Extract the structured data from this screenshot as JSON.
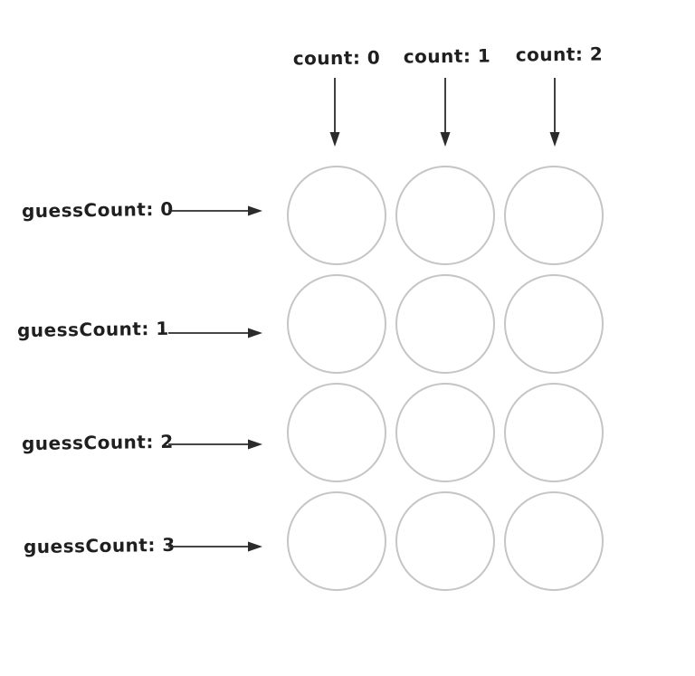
{
  "colors": {
    "background": "#ffffff",
    "text": "#1f1f1f",
    "arrow": "#2b2b2b",
    "circle_stroke": "#c5c5c5"
  },
  "diagram": {
    "column_headers": [
      {
        "label": "count: 0"
      },
      {
        "label": "count: 1"
      },
      {
        "label": "count: 2"
      }
    ],
    "row_headers": [
      {
        "label": "guessCount: 0"
      },
      {
        "label": "guessCount: 1"
      },
      {
        "label": "guessCount: 2"
      },
      {
        "label": "guessCount: 3"
      }
    ],
    "grid": {
      "rows": 4,
      "columns": 3,
      "cell_shape": "circle",
      "cell_state": "empty"
    }
  }
}
